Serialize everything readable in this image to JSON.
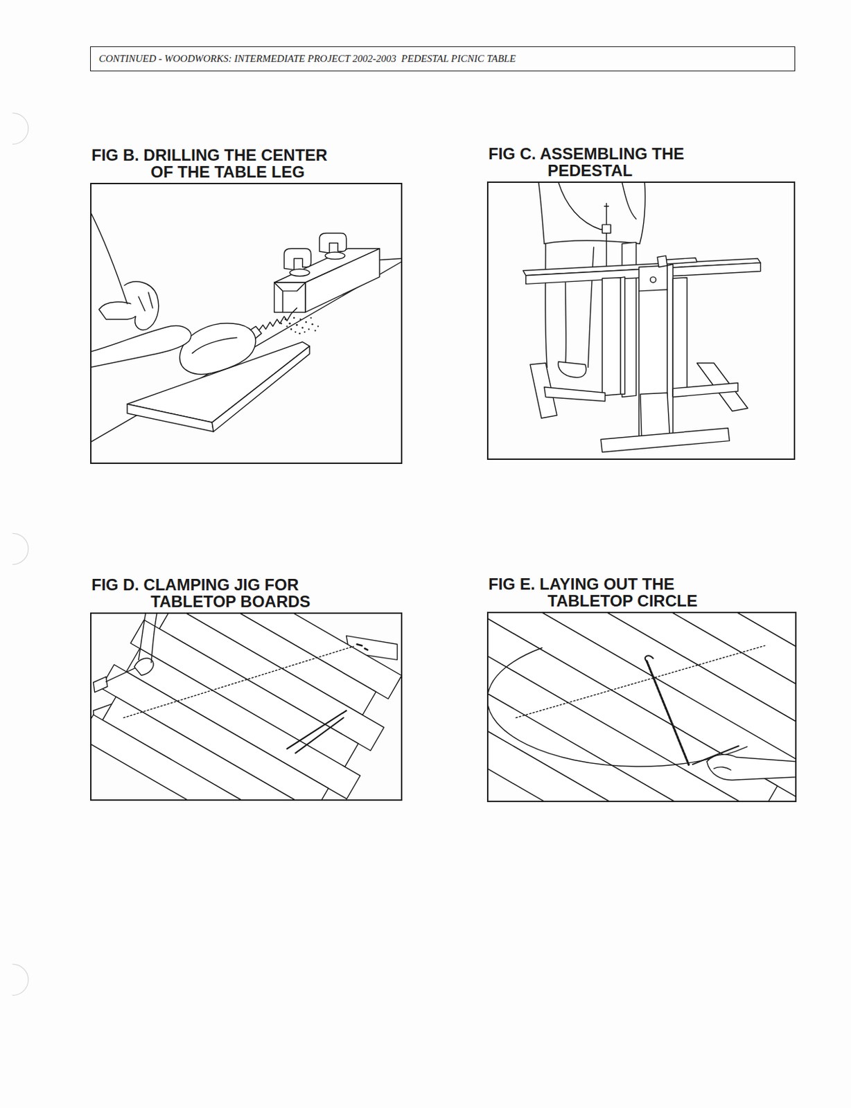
{
  "diagram": {
    "nodes": [
      {
        "text": [
          "CONTINUED - WOODWORKS: INTERMEDIATE PROJECT 2002-2003  PEDESTAL PICNIC TABLE"
        ]
      },
      {
        "text": [
          "FIG B. DRILLING THE CENTER OF THE TABLE LEG"
        ]
      },
      {
        "text": [
          "FIG C. ASSEMBLING THE PEDESTAL"
        ]
      },
      {
        "text": [
          "FIG D. CLAMPING JIG FOR TABLETOP BOARDS"
        ]
      },
      {
        "text": [
          "FIG E. LAYING OUT THE TABLETOP CIRCLE"
        ]
      }
    ]
  }
}
